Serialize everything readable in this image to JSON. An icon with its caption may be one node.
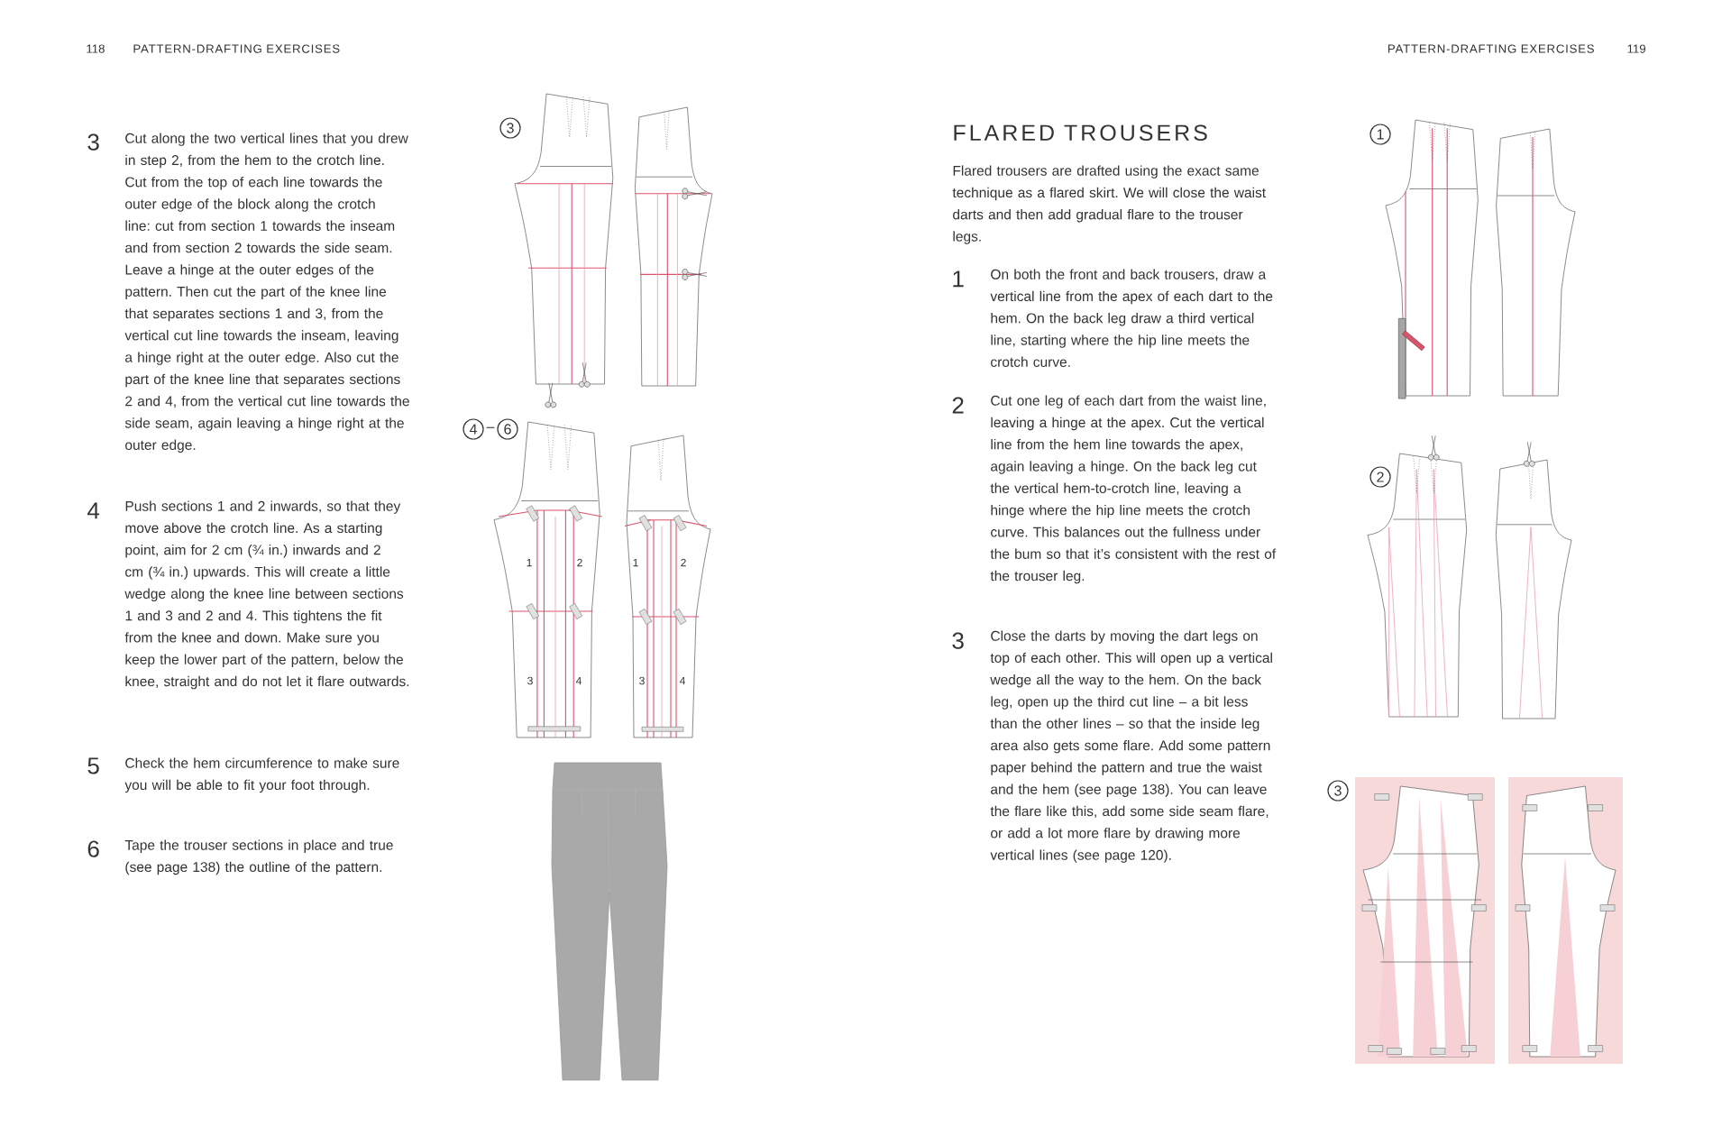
{
  "diagram": {
    "title": "FLARED TROUSERS",
    "labels": [
      "118",
      "PATTERN-DRAFTING EXERCISES",
      "3",
      "Cut along the two vertical lines that you drew in step 2, from the hem to the crotch line. Cut from the top of each line towards the outer edge of the block along the crotch line: cut from section 1 towards the inseam and from section 2 towards the side seam. Leave a hinge at the outer edges of the pattern. Then cut the part of the knee line that separates sections 1 and 3, from the vertical cut line towards the inseam, leaving a hinge right at the outer edge. Also cut the part of the knee line that separates sections 2 and 4, from the vertical cut line towards the side seam, again leaving a hinge right at the outer edge.",
      "4",
      "Push sections 1 and 2 inwards, so that they move above the crotch line. As a starting point, aim for 2 cm (¾ in.) inwards and 2 cm (¾ in.) upwards. This will create a little wedge along the knee line between sections 1 and 3 and 2 and 4. This tightens the fit from the knee and down. Make sure you keep the lower part of the pattern, below the knee, straight and do not let it flare outwards.",
      "5",
      "Check the hem circumference to make sure you will be able to fit your foot through.",
      "6",
      "Tape the trouser sections in place and true (see page 138) the outline of the pattern.",
      "3",
      "4",
      "–",
      "6",
      "1",
      "2",
      "3",
      "4",
      "1",
      "2",
      "3",
      "4",
      "PATTERN-DRAFTING EXERCISES",
      "119",
      "Flared trousers are drafted using the exact same technique as a flared skirt. We will close the waist darts and then add gradual flare to the trouser legs.",
      "1",
      "On both the front and back trousers, draw a vertical line from the apex of each dart to the hem. On the back leg draw a third vertical line, starting where the hip line meets the crotch curve.",
      "2",
      "Cut one leg of each dart from the waist line, leaving a hinge at the apex. Cut the vertical line from the hem line towards the apex, again leaving a hinge. On the back leg cut the vertical hem-to-crotch line, leaving a hinge where the hip line meets the crotch curve. This balances out the fullness under the bum so that it’s consistent with the rest of the trouser leg.",
      "3",
      "Close the darts by moving the dart legs on top of each other. This will open up a vertical wedge all the way to the hem. On the back leg, open up the third cut line – a bit less than the other lines – so that the inside leg area also gets some flare. Add some pattern paper behind the pattern and true the waist and the hem (see page 138). You can leave the flare like this, add some side seam flare, or add a lot more flare by drawing more vertical lines (see page 120).",
      "1",
      "2",
      "3"
    ]
  }
}
